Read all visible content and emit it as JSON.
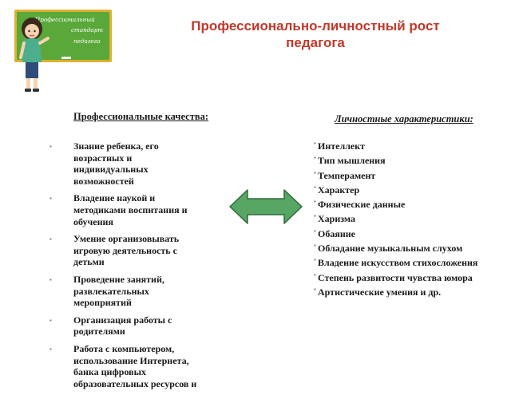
{
  "title": "Профессионально-личностный рост педагога",
  "board_lines": [
    "Профессиональный",
    "стандарт",
    "педагога"
  ],
  "colors": {
    "title": "#c0392b",
    "board": "#5aa83a",
    "board_frame": "#e0b030",
    "arrow_fill": "#57a664",
    "arrow_stroke": "#2f6b3a"
  },
  "left": {
    "heading": "Профессиональные качества:",
    "items": [
      "Знание ребенка, его возрастных и индивидуальных возможностей",
      "Владение наукой и методиками воспитания и обучения",
      "Умение организовывать игровую деятельность с детьми",
      "Проведение занятий, развлекательных мероприятий",
      "Организация работы с родителями",
      "Работа с компьютером, использование Интернета, банка цифровых образовательных ресурсов и"
    ]
  },
  "right": {
    "heading": "Личностные характеристики:",
    "items": [
      "Интеллект",
      "Тип мышления",
      "Темперамент",
      "Характер",
      "Физические данные",
      "Харизма",
      "Обаяние",
      "Обладание музыкальным слухом",
      "Владение искусством стихосложения",
      "Степень развитости чувства юмора",
      "Артистические умения и др."
    ]
  },
  "icons": {
    "teacher": "teacher-at-chalkboard-illustration",
    "arrow": "double-headed-arrow",
    "bullet": "small-square-bullet"
  }
}
